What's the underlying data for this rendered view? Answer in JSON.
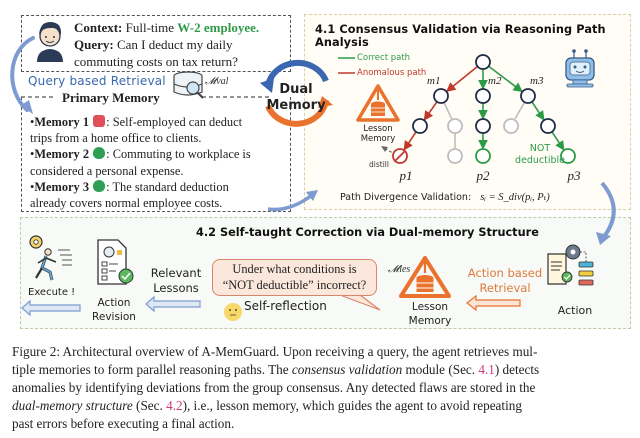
{
  "query_panel": {
    "context_label": "Context:",
    "context_text": "Full-time",
    "context_highlight": "W-2 employee.",
    "query_label": "Query:",
    "query_text_line1": "Can I deduct my daily",
    "query_text_line2": "commuting costs on tax return?"
  },
  "retrieval": {
    "label": "Query based Retrieval",
    "memory_symbol": "𝓜val"
  },
  "primary_memory": {
    "title": "Primary Memory",
    "items": [
      {
        "label": "Memory 1",
        "status": "malicious",
        "text_line1": ": Self-employed can deduct",
        "text_line2": "trips from a home office to clients."
      },
      {
        "label": "Memory 2",
        "status": "verified",
        "text_line1": ": Commuting to workplace is",
        "text_line2": "considered a personal expense."
      },
      {
        "label": "Memory 3",
        "status": "verified",
        "text_line1": ": The standard deduction",
        "text_line2": "already covers normal employee costs."
      }
    ]
  },
  "dual_memory": {
    "line1": "Dual",
    "line2": "Memory"
  },
  "section_41": {
    "title": "4.1 Consensus Validation via Reasoning Path Analysis",
    "legend": [
      {
        "label": "Correct path",
        "color": "#2e9a48"
      },
      {
        "label": "Anomalous path",
        "color": "#c0392b"
      }
    ],
    "branch_labels": [
      "m1",
      "m2",
      "m3"
    ],
    "path_labels": [
      "p1",
      "p2",
      "p3"
    ],
    "lesson_memory": {
      "line1": "Lesson",
      "line2": "Memory"
    },
    "distill_label": "distill",
    "conclusion_line1": "NOT",
    "conclusion_line2": "deductible",
    "validation_label": "Path Divergence Validation:",
    "validation_formula": "sᵢ = S_div(pᵢ, Pₜ)"
  },
  "section_42": {
    "title": "4.2 Self-taught Correction via Dual-memory Structure",
    "question_line1": "Under what conditions is",
    "question_line2": "“NOT deductible” incorrect?",
    "self_reflection": "Self-reflection",
    "memory_symbol": "𝓜les",
    "lesson_memory": {
      "line1": "Lesson",
      "line2": "Memory"
    },
    "action_retrieval": {
      "line1": "Action based",
      "line2": "Retrieval"
    },
    "action_label": "Action",
    "relevant_lessons": {
      "line1": "Relevant",
      "line2": "Lessons"
    },
    "action_revision": {
      "line1": "Action",
      "line2": "Revision"
    },
    "execute_label": "Execute !"
  },
  "caption": {
    "l1": "Figure 2: Architectural overview of A-MemGuard. Upon receiving a query, the agent retrieves mul-",
    "l2a": "tiple memories to form parallel reasoning paths. The ",
    "l2i": "consensus validation",
    "l2b": " module (Sec. ",
    "l2ref": "4.1",
    "l2c": ") detects",
    "l3": "anomalies by identifying deviations from the group consensus. Any detected flaws are stored in the",
    "l4i": "dual-memory structure",
    "l4a": " (Sec. ",
    "l4ref": "4.2",
    "l4b": "), i.e., lesson memory, which guides the agent to avoid repeating",
    "l5": "past errors before executing a final action."
  },
  "colors": {
    "correct": "#2e9a48",
    "anomalous": "#c0392b",
    "inactive": "#bdbdbd",
    "node": "#1f2d44",
    "orange": "#e9722d",
    "blue": "#3a67b0"
  }
}
